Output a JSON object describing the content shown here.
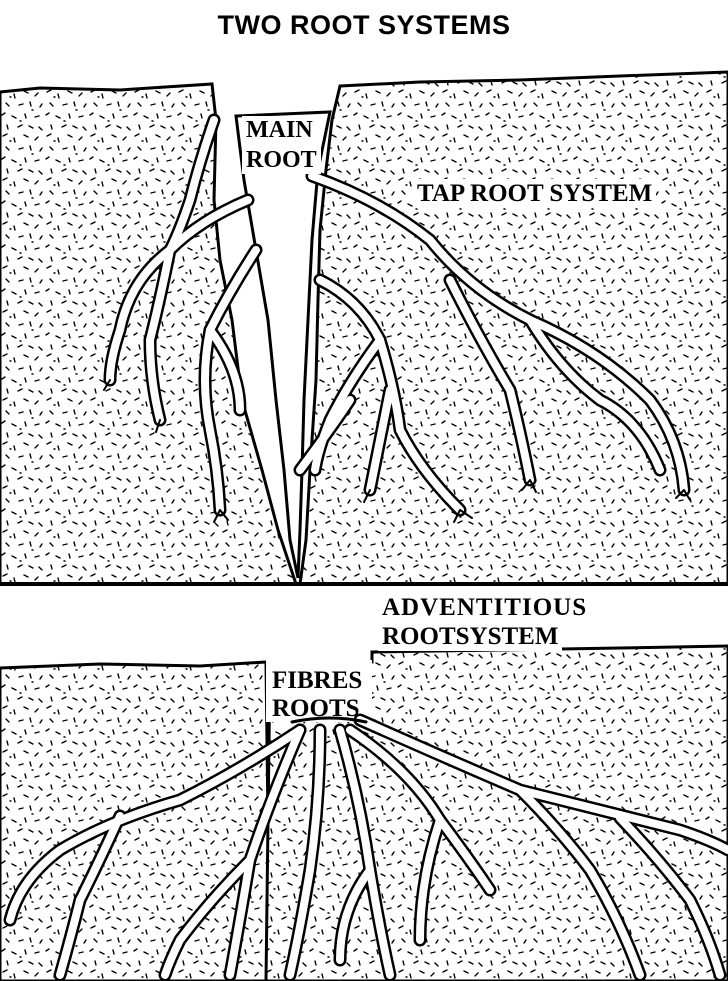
{
  "title": "TWO ROOT SYSTEMS",
  "labels": {
    "main_root_line1": "MAIN",
    "main_root_line2": "ROOT",
    "tap_root_system": "TAP ROOT SYSTEM",
    "adventitious_line1": "ADVENTITIOUS",
    "adventitious_line2": "ROOTSYSTEM",
    "fibres_line1": "FIBRES",
    "fibres_line2": "ROOTS"
  },
  "colors": {
    "ink": "#000000",
    "paper": "#ffffff"
  }
}
